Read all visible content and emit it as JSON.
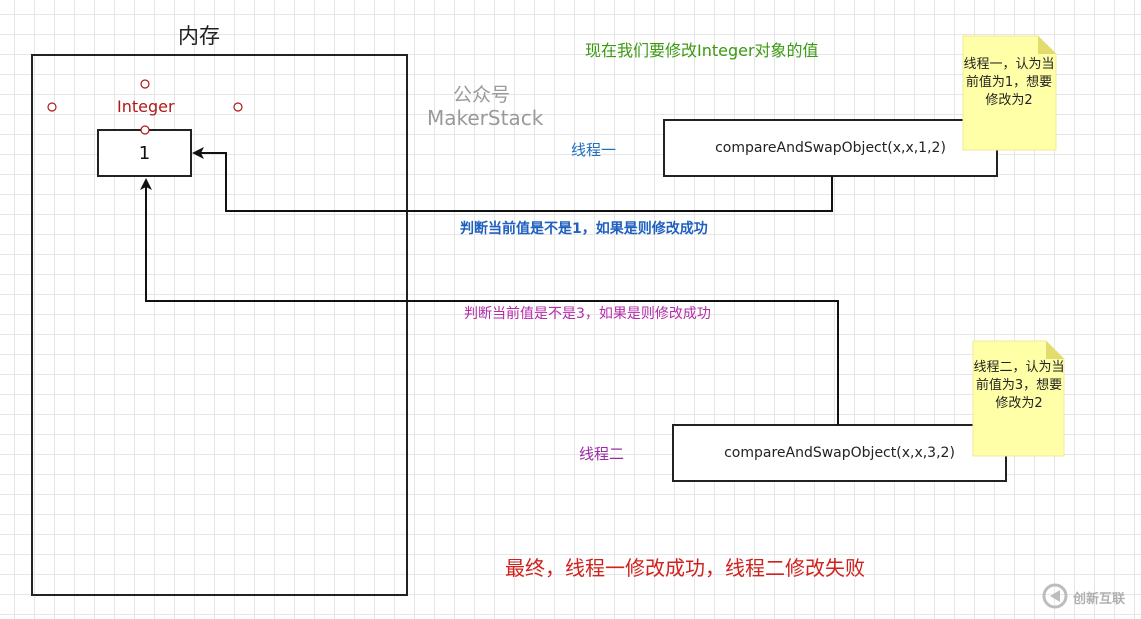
{
  "memory": {
    "title": "内存",
    "object_label": "Integer",
    "value": "1"
  },
  "headline": "现在我们要修改Integer对象的值",
  "watermark": {
    "line1": "公众号",
    "line2": "MakerStack"
  },
  "thread1": {
    "label": "线程一",
    "call": "compareAndSwapObject(x,x,1,2)",
    "note": "线程一，认为当前值为1，想要修改为2",
    "condition": "判断当前值是不是1，如果是则修改成功"
  },
  "thread2": {
    "label": "线程二",
    "call": "compareAndSwapObject(x,x,3,2)",
    "note": "线程二，认为当前值为3，想要修改为2",
    "condition": "判断当前值是不是3，如果是则修改成功"
  },
  "conclusion": "最终，线程一修改成功，线程二修改失败",
  "logo": {
    "text": "创新互联"
  },
  "colors": {
    "headline": "#3b9a10",
    "thread1": "#1f6fbf",
    "thread2": "#9c2aa7",
    "integer": "#b01818",
    "conclusion": "#d0211c",
    "note_fill": "#ffffa8"
  }
}
